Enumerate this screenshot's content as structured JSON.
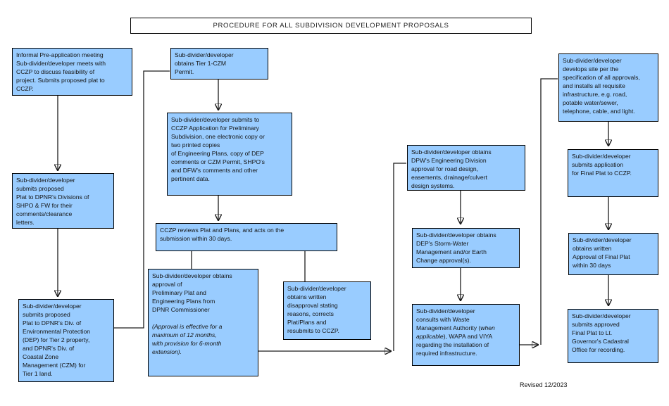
{
  "title": "PROCEDURE FOR ALL SUBDIVISION DEVELOPMENT PROPOSALS",
  "footer": "Revised 12/2023",
  "colors": {
    "box_fill": "#99CCFF",
    "box_border": "#000000",
    "connector": "#1C1C1C",
    "background": "#FFFFFF"
  },
  "boxes": {
    "preapp": {
      "text": "Informal Pre-application meeting\nSub-divider/developer meets with\nCCZP to discuss feasibility of\nproject. Submits proposed plat to\nCCZP."
    },
    "shpo": {
      "text": "Sub-divider/developer\nsubmits proposed\nPlat to DPNR's Divisions of\nSHPO & FW for their\ncomments/clearance\nletters."
    },
    "dep_czm": {
      "text": "Sub-divider/developer\nsubmits proposed\nPlat to DPNR's Div. of\nEnvironmental Protection\n(DEP) for Tier 2 property,\nand DPNR's Div. of\nCoastal Zone\nManagement (CZM) for\nTier 1 land."
    },
    "tier1": {
      "text": "Sub-divider/developer\nobtains Tier 1-CZM\nPermit."
    },
    "application": {
      "text": "Sub-divider/developer submits to\nCCZP Application for Preliminary\nSubdivision, one electronic copy or\ntwo printed copies\nof Engineering Plans, copy of DEP\ncomments or CZM Permit, SHPO's\nand DFW's comments and other\npertinent data."
    },
    "reviews": {
      "text": "CCZP reviews Plat and Plans, and acts on the\nsubmission within 30 days."
    },
    "approval": {
      "text_main": "Sub-divider/developer obtains\napproval of\nPreliminary Plat and\nEngineering Plans from\nDPNR Commissioner\n\n",
      "text_italic": "(Approval is effective for a\nmaximum of 12 months,\nwith provision for 6-month\nextension)."
    },
    "disapproval": {
      "text": "Sub-divider/developer\nobtains written\ndisapproval stating\nreasons, corrects\nPlat/Plans and\nresubmits to CCZP."
    },
    "dpw": {
      "text": "Sub-divider/developer obtains\nDPW's Engineering Division\napproval for road design,\neasements, drainage/culvert\ndesign systems."
    },
    "storm": {
      "text": "Sub-divider/developer obtains\nDEP's Storm-Water\nManagement and/or Earth\nChange approval(s)."
    },
    "waste": {
      "text_before": "Sub-divider/developer\nconsults with Waste\nManagement Authority (",
      "text_italic": "when\napplicable",
      "text_after": "), WAPA and VIYA\nregarding the installation of\nrequired infrastructure."
    },
    "develop": {
      "text": "Sub-divider/developer\ndevelops site per the\nspecification of all approvals,\nand installs all requisite\ninfrastructure, e.g. road,\npotable water/sewer,\ntelephone, cable, and light."
    },
    "final_application": {
      "text": "Sub-divider/developer\nsubmits application\nfor Final Plat to CCZP."
    },
    "final_approval": {
      "text": "Sub-divider/developer\nobtains written\nApproval of Final Plat\nwithin 30 days"
    },
    "recording": {
      "text": "Sub-divider/developer\nsubmits approved\nFinal Plat to Lt.\nGovernor's Cadastral\nOffice for recording."
    }
  }
}
